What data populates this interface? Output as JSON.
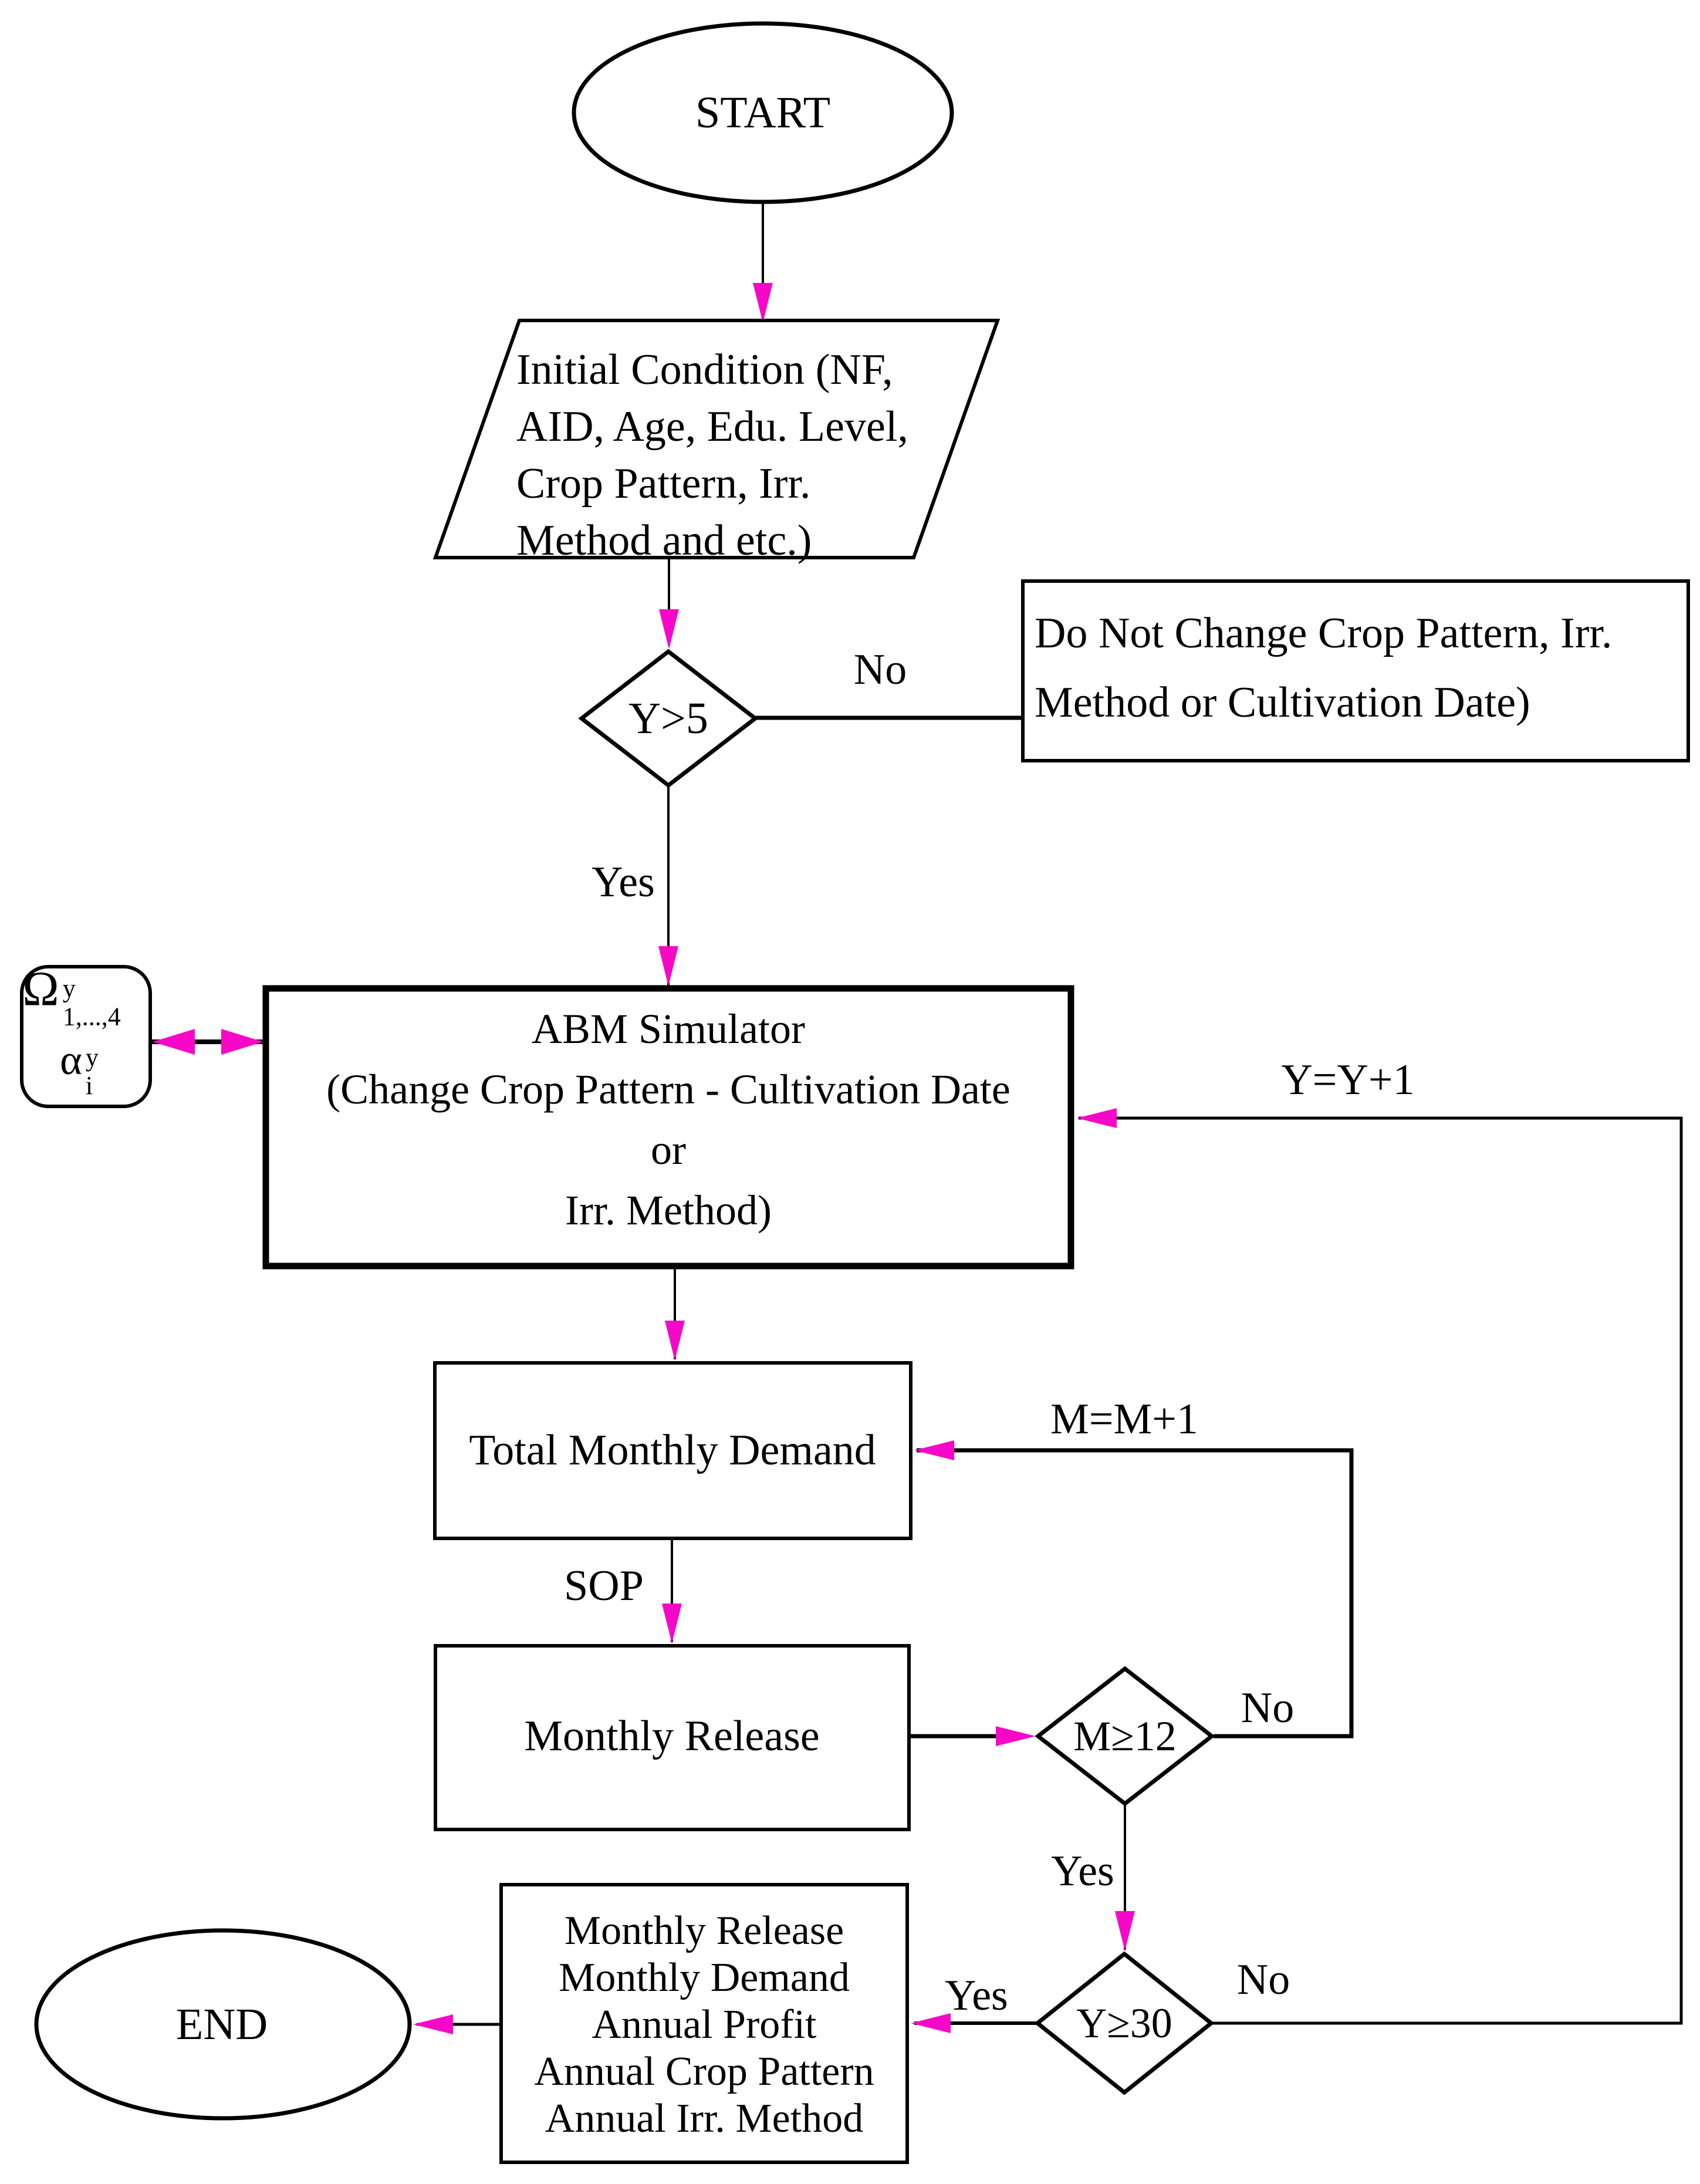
{
  "diagram": {
    "background": "#ffffff",
    "stroke_color": "#000000",
    "arrow_color": "#f707c8",
    "nodes": {
      "start": {
        "label": "START"
      },
      "initial_condition": {
        "lines": [
          "Initial Condition (NF,",
          "AID, Age, Edu. Level,",
          "Crop Pattern, Irr.",
          "Method and etc.)"
        ]
      },
      "decision_y5": {
        "label": "Y>5"
      },
      "do_not_change": {
        "lines": [
          "Do Not Change Crop Pattern, Irr.",
          "Method or Cultivation Date)"
        ]
      },
      "abm_simulator": {
        "lines": [
          "ABM Simulator",
          "(Change Crop Pattern - Cultivation Date",
          "or",
          "Irr. Method)"
        ]
      },
      "omega_box": {
        "omega": "Ω",
        "omega_sup": "y",
        "omega_sub": "1,...,4",
        "alpha": "α",
        "alpha_sup": "y",
        "alpha_sub": "i"
      },
      "total_monthly_demand": {
        "label": "Total Monthly Demand"
      },
      "monthly_release": {
        "label": "Monthly Release"
      },
      "decision_m12": {
        "label": "M≥12"
      },
      "decision_y30": {
        "label": "Y≥30"
      },
      "outputs": {
        "lines": [
          "Monthly Release",
          "Monthly Demand",
          "Annual Profit",
          "Annual Crop Pattern",
          "Annual Irr. Method"
        ]
      },
      "end": {
        "label": "END"
      }
    },
    "edge_labels": {
      "no_y5": "No",
      "yes_y5": "Yes",
      "y_increment": "Y=Y+1",
      "m_increment": "M=M+1",
      "sop": "SOP",
      "no_m12": "No",
      "yes_m12": "Yes",
      "no_y30": "No",
      "yes_y30": "Yes"
    }
  }
}
